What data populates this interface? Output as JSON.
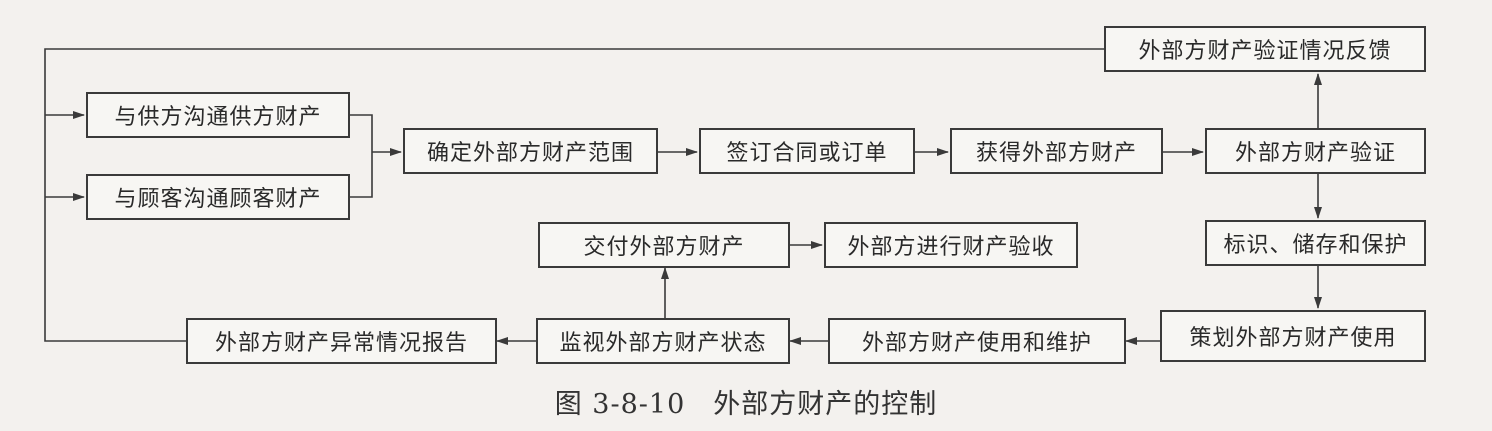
{
  "nodes": {
    "feedback": "外部方财产验证情况反馈",
    "supplier_comm": "与供方沟通供方财产",
    "customer_comm": "与顾客沟通顾客财产",
    "determine_scope": "确定外部方财产范围",
    "sign_contract": "签订合同或订单",
    "obtain": "获得外部方财产",
    "verify": "外部方财产验证",
    "deliver": "交付外部方财产",
    "acceptance": "外部方进行财产验收",
    "identify_store": "标识、储存和保护",
    "abnormal_report": "外部方财产异常情况报告",
    "monitor": "监视外部方财产状态",
    "use_maintain": "外部方财产使用和维护",
    "plan_use": "策划外部方财产使用"
  },
  "caption": "图 3-8-10　外部方财产的控制"
}
